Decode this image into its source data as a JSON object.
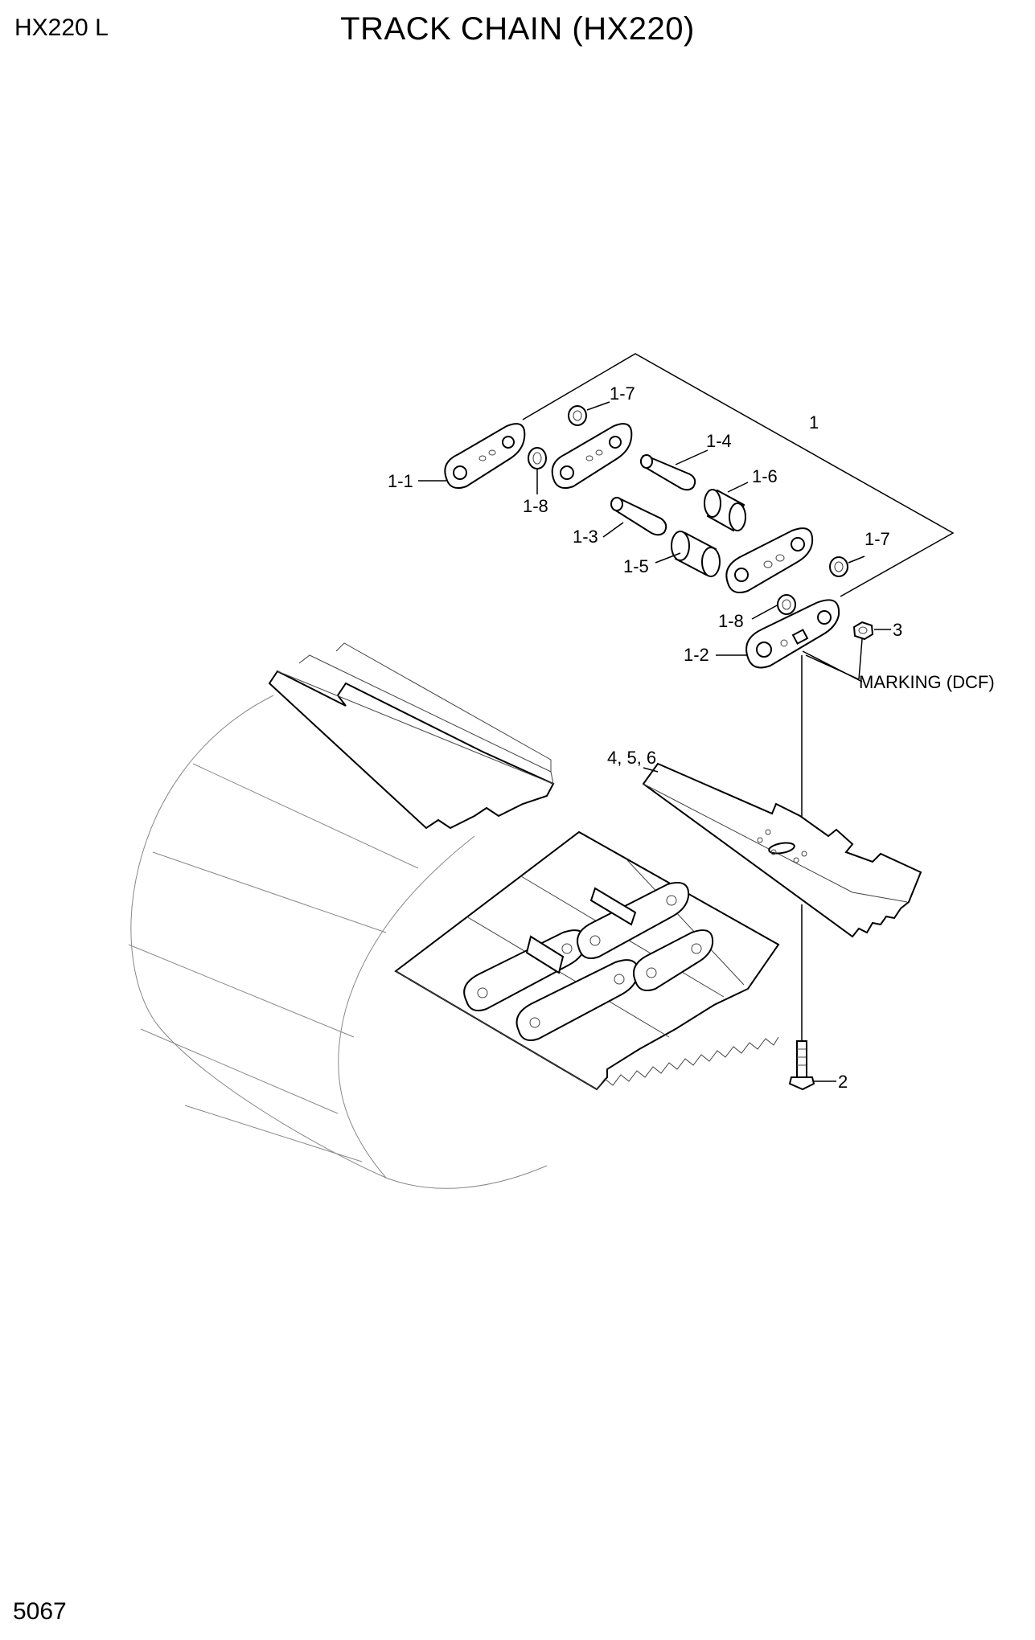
{
  "header": {
    "model_code": "HX220 L",
    "title": "TRACK CHAIN (HX220)"
  },
  "footer": {
    "page_number": "5067"
  },
  "callouts": {
    "c1": "1",
    "c1_1": "1-1",
    "c1_2": "1-2",
    "c1_3": "1-3",
    "c1_4": "1-4",
    "c1_5": "1-5",
    "c1_6": "1-6",
    "c1_7a": "1-7",
    "c1_7b": "1-7",
    "c1_8a": "1-8",
    "c1_8b": "1-8",
    "c2": "2",
    "c3": "3",
    "c456": "4, 5, 6",
    "marking": "MARKING (DCF)"
  }
}
